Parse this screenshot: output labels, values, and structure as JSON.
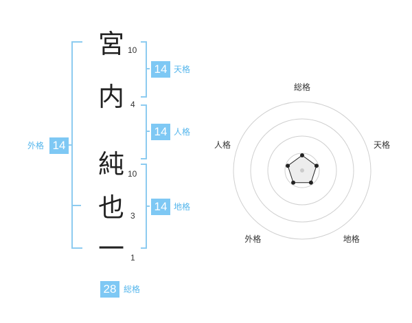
{
  "name": {
    "chars": [
      {
        "char": "宮",
        "strokes": "10"
      },
      {
        "char": "内",
        "strokes": "4"
      },
      {
        "char": "純",
        "strokes": "10"
      },
      {
        "char": "也",
        "strokes": "3"
      },
      {
        "char": "一",
        "strokes": "1"
      }
    ]
  },
  "kakusu": {
    "tenkaku": {
      "value": "14",
      "label": "天格"
    },
    "jinkaku": {
      "value": "14",
      "label": "人格"
    },
    "chikaku": {
      "value": "14",
      "label": "地格"
    },
    "gaikaku": {
      "value": "14",
      "label": "外格"
    },
    "soukaku": {
      "value": "28",
      "label": "総格"
    }
  },
  "chart_data": {
    "type": "radar",
    "axes": [
      "総格",
      "天格",
      "地格",
      "外格",
      "人格"
    ],
    "values": [
      1,
      1,
      1,
      1,
      1
    ],
    "rings": 4,
    "rmax": 5
  },
  "colors": {
    "accent": "#7ec8f4",
    "bracket": "#8ccbf0",
    "grid": "#cfcfcf",
    "point": "#222222"
  }
}
